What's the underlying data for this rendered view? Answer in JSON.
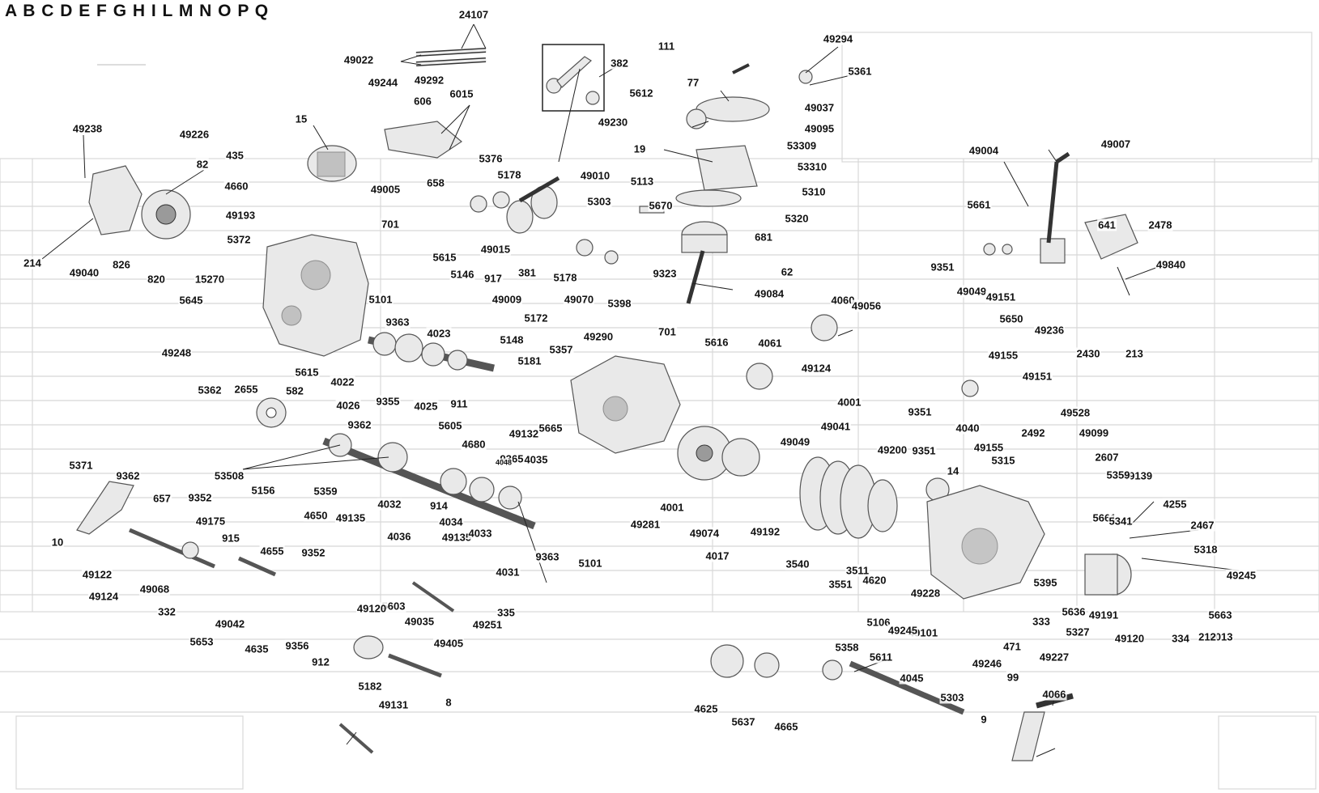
{
  "header": {
    "letters": "A B C D E F G H I L M N O P Q"
  },
  "callouts": [
    {
      "label": "24107"
    },
    {
      "label": "49022"
    },
    {
      "label": "49244"
    },
    {
      "label": "49292"
    },
    {
      "label": "606"
    },
    {
      "label": "6015"
    },
    {
      "label": "382"
    },
    {
      "label": "111"
    },
    {
      "label": "49294"
    },
    {
      "label": "5361"
    },
    {
      "label": "77"
    },
    {
      "label": "5612"
    },
    {
      "label": "49037"
    },
    {
      "label": "49230"
    },
    {
      "label": "49095"
    },
    {
      "label": "53309"
    },
    {
      "label": "19"
    },
    {
      "label": "53310"
    },
    {
      "label": "5310"
    },
    {
      "label": "15"
    },
    {
      "label": "49238"
    },
    {
      "label": "49226"
    },
    {
      "label": "435"
    },
    {
      "label": "82"
    },
    {
      "label": "4660"
    },
    {
      "label": "49005"
    },
    {
      "label": "658"
    },
    {
      "label": "5376"
    },
    {
      "label": "5178"
    },
    {
      "label": "49010"
    },
    {
      "label": "5113"
    },
    {
      "label": "5303"
    },
    {
      "label": "5670"
    },
    {
      "label": "5320"
    },
    {
      "label": "49004"
    },
    {
      "label": "49007"
    },
    {
      "label": "5661"
    },
    {
      "label": "641"
    },
    {
      "label": "2478"
    },
    {
      "label": "49193"
    },
    {
      "label": "5372"
    },
    {
      "label": "701"
    },
    {
      "label": "49015"
    },
    {
      "label": "681"
    },
    {
      "label": "214"
    },
    {
      "label": "49040"
    },
    {
      "label": "826"
    },
    {
      "label": "820"
    },
    {
      "label": "5615"
    },
    {
      "label": "15270"
    },
    {
      "label": "5146"
    },
    {
      "label": "917"
    },
    {
      "label": "381"
    },
    {
      "label": "5178"
    },
    {
      "label": "5398"
    },
    {
      "label": "9323"
    },
    {
      "label": "62"
    },
    {
      "label": "9351"
    },
    {
      "label": "49049"
    },
    {
      "label": "49151"
    },
    {
      "label": "49840"
    },
    {
      "label": "5645"
    },
    {
      "label": "5101"
    },
    {
      "label": "49009"
    },
    {
      "label": "49070"
    },
    {
      "label": "49084"
    },
    {
      "label": "4060"
    },
    {
      "label": "49056"
    },
    {
      "label": "5650"
    },
    {
      "label": "9363"
    },
    {
      "label": "5172"
    },
    {
      "label": "49236"
    },
    {
      "label": "4023"
    },
    {
      "label": "701"
    },
    {
      "label": "5616"
    },
    {
      "label": "2430"
    },
    {
      "label": "213"
    },
    {
      "label": "49248"
    },
    {
      "label": "5148"
    },
    {
      "label": "5357"
    },
    {
      "label": "49290"
    },
    {
      "label": "4061"
    },
    {
      "label": "49155"
    },
    {
      "label": "5615"
    },
    {
      "label": "4022"
    },
    {
      "label": "5181"
    },
    {
      "label": "49124"
    },
    {
      "label": "49151"
    },
    {
      "label": "5362"
    },
    {
      "label": "2655"
    },
    {
      "label": "582"
    },
    {
      "label": "4026"
    },
    {
      "label": "9355"
    },
    {
      "label": "4025"
    },
    {
      "label": "911"
    },
    {
      "label": "4001"
    },
    {
      "label": "9351"
    },
    {
      "label": "49528"
    },
    {
      "label": "9362"
    },
    {
      "label": "5605"
    },
    {
      "label": "5665"
    },
    {
      "label": "4040"
    },
    {
      "label": "49049"
    },
    {
      "label": "49041"
    },
    {
      "label": "2492"
    },
    {
      "label": "49099"
    },
    {
      "label": "4680"
    },
    {
      "label": "49132"
    },
    {
      "label": "49155"
    },
    {
      "label": "49200"
    },
    {
      "label": "9351"
    },
    {
      "label": "5315"
    },
    {
      "label": "2607"
    },
    {
      "label": "9365"
    },
    {
      "label": "4035"
    },
    {
      "label": "4048"
    },
    {
      "label": "14"
    },
    {
      "label": "5371"
    },
    {
      "label": "9362"
    },
    {
      "label": "53508"
    },
    {
      "label": "5156"
    },
    {
      "label": "5359"
    },
    {
      "label": "49139"
    },
    {
      "label": "5359"
    },
    {
      "label": "657"
    },
    {
      "label": "9352"
    },
    {
      "label": "4650"
    },
    {
      "label": "49135"
    },
    {
      "label": "4032"
    },
    {
      "label": "914"
    },
    {
      "label": "4001"
    },
    {
      "label": "4255"
    },
    {
      "label": "5661"
    },
    {
      "label": "5341"
    },
    {
      "label": "49175"
    },
    {
      "label": "49281"
    },
    {
      "label": "4034"
    },
    {
      "label": "2467"
    },
    {
      "label": "10"
    },
    {
      "label": "915"
    },
    {
      "label": "4036"
    },
    {
      "label": "49074"
    },
    {
      "label": "49192"
    },
    {
      "label": "5318"
    },
    {
      "label": "4655"
    },
    {
      "label": "9352"
    },
    {
      "label": "49135"
    },
    {
      "label": "4033"
    },
    {
      "label": "4017"
    },
    {
      "label": "49122"
    },
    {
      "label": "9363"
    },
    {
      "label": "3540"
    },
    {
      "label": "4031"
    },
    {
      "label": "5101"
    },
    {
      "label": "3511"
    },
    {
      "label": "49245"
    },
    {
      "label": "49124"
    },
    {
      "label": "49068"
    },
    {
      "label": "3551"
    },
    {
      "label": "4620"
    },
    {
      "label": "5395"
    },
    {
      "label": "49228"
    },
    {
      "label": "332"
    },
    {
      "label": "5603"
    },
    {
      "label": "49120"
    },
    {
      "label": "335"
    },
    {
      "label": "49042"
    },
    {
      "label": "49035"
    },
    {
      "label": "5106"
    },
    {
      "label": "5636"
    },
    {
      "label": "49191"
    },
    {
      "label": "5663"
    },
    {
      "label": "49251"
    },
    {
      "label": "49101"
    },
    {
      "label": "5327"
    },
    {
      "label": "5653"
    },
    {
      "label": "6013"
    },
    {
      "label": "49120"
    },
    {
      "label": "334"
    },
    {
      "label": "212"
    },
    {
      "label": "49405"
    },
    {
      "label": "49245"
    },
    {
      "label": "4635"
    },
    {
      "label": "9356"
    },
    {
      "label": "471"
    },
    {
      "label": "333"
    },
    {
      "label": "49246"
    },
    {
      "label": "49227"
    },
    {
      "label": "5358"
    },
    {
      "label": "99"
    },
    {
      "label": "5611"
    },
    {
      "label": "912"
    },
    {
      "label": "5182"
    },
    {
      "label": "8"
    },
    {
      "label": "4045"
    },
    {
      "label": "49131"
    },
    {
      "label": "4066"
    },
    {
      "label": "4625"
    },
    {
      "label": "5303"
    },
    {
      "label": "5637"
    },
    {
      "label": "4665"
    },
    {
      "label": "9"
    }
  ]
}
